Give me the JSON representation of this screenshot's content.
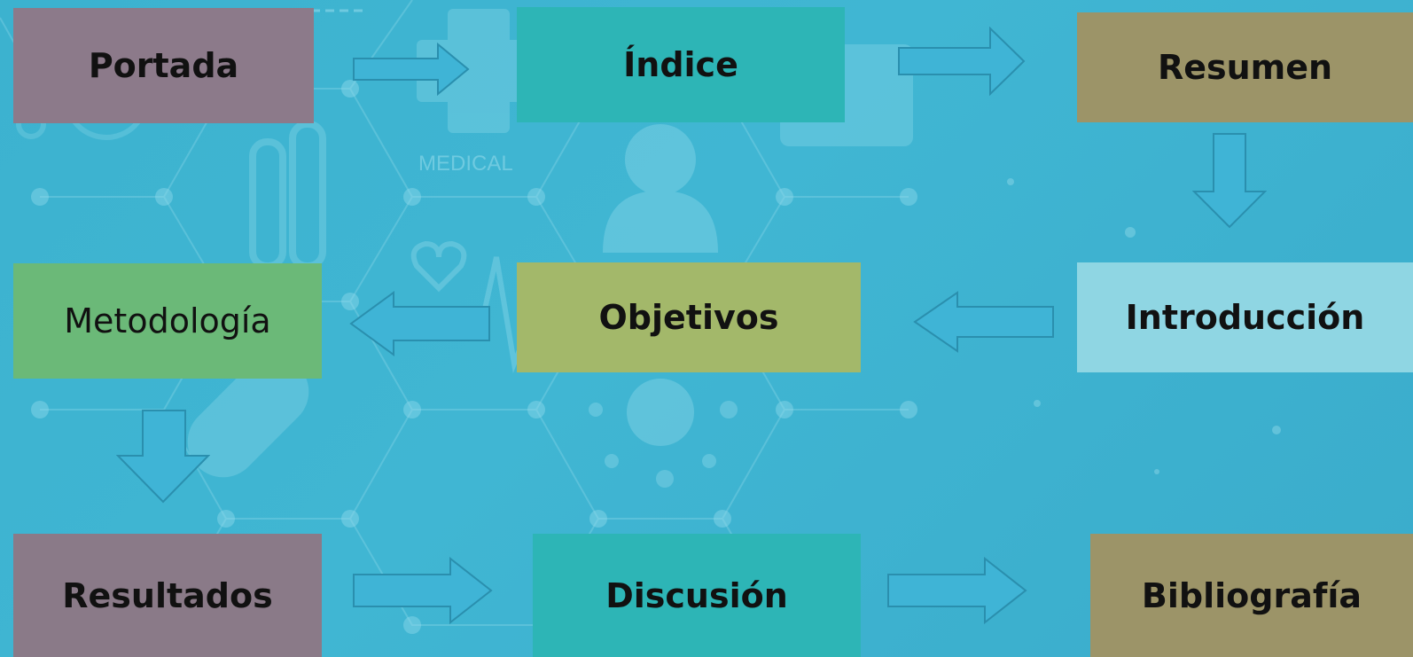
{
  "diagram": {
    "nodes": [
      {
        "id": "portada",
        "label": "Portada",
        "color": "#8c7a8a"
      },
      {
        "id": "indice",
        "label": "Índice",
        "color": "#2db5b6"
      },
      {
        "id": "resumen",
        "label": "Resumen",
        "color": "#9c9468"
      },
      {
        "id": "introduccion",
        "label": "Introducción",
        "color": "#8fd6e3"
      },
      {
        "id": "objetivos",
        "label": "Objetivos",
        "color": "#a3b86a"
      },
      {
        "id": "metodologia",
        "label": "Metodología",
        "color": "#6bb978"
      },
      {
        "id": "resultados",
        "label": "Resultados",
        "color": "#8a7a88"
      },
      {
        "id": "discusion",
        "label": "Discusión",
        "color": "#2db5b6"
      },
      {
        "id": "bibliografia",
        "label": "Bibliografía",
        "color": "#9c9468"
      }
    ],
    "edges": [
      {
        "from": "portada",
        "to": "indice",
        "direction": "right"
      },
      {
        "from": "indice",
        "to": "resumen",
        "direction": "right"
      },
      {
        "from": "resumen",
        "to": "introduccion",
        "direction": "down"
      },
      {
        "from": "introduccion",
        "to": "objetivos",
        "direction": "left"
      },
      {
        "from": "objetivos",
        "to": "metodologia",
        "direction": "left"
      },
      {
        "from": "metodologia",
        "to": "resultados",
        "direction": "down"
      },
      {
        "from": "resultados",
        "to": "discusion",
        "direction": "right"
      },
      {
        "from": "discusion",
        "to": "bibliografia",
        "direction": "right"
      }
    ],
    "arrow_color": "#3fb4d6",
    "arrow_stroke": "#2a8fae"
  },
  "background": {
    "watermark_text": "MEDICAL",
    "color": "#3db3d0"
  }
}
